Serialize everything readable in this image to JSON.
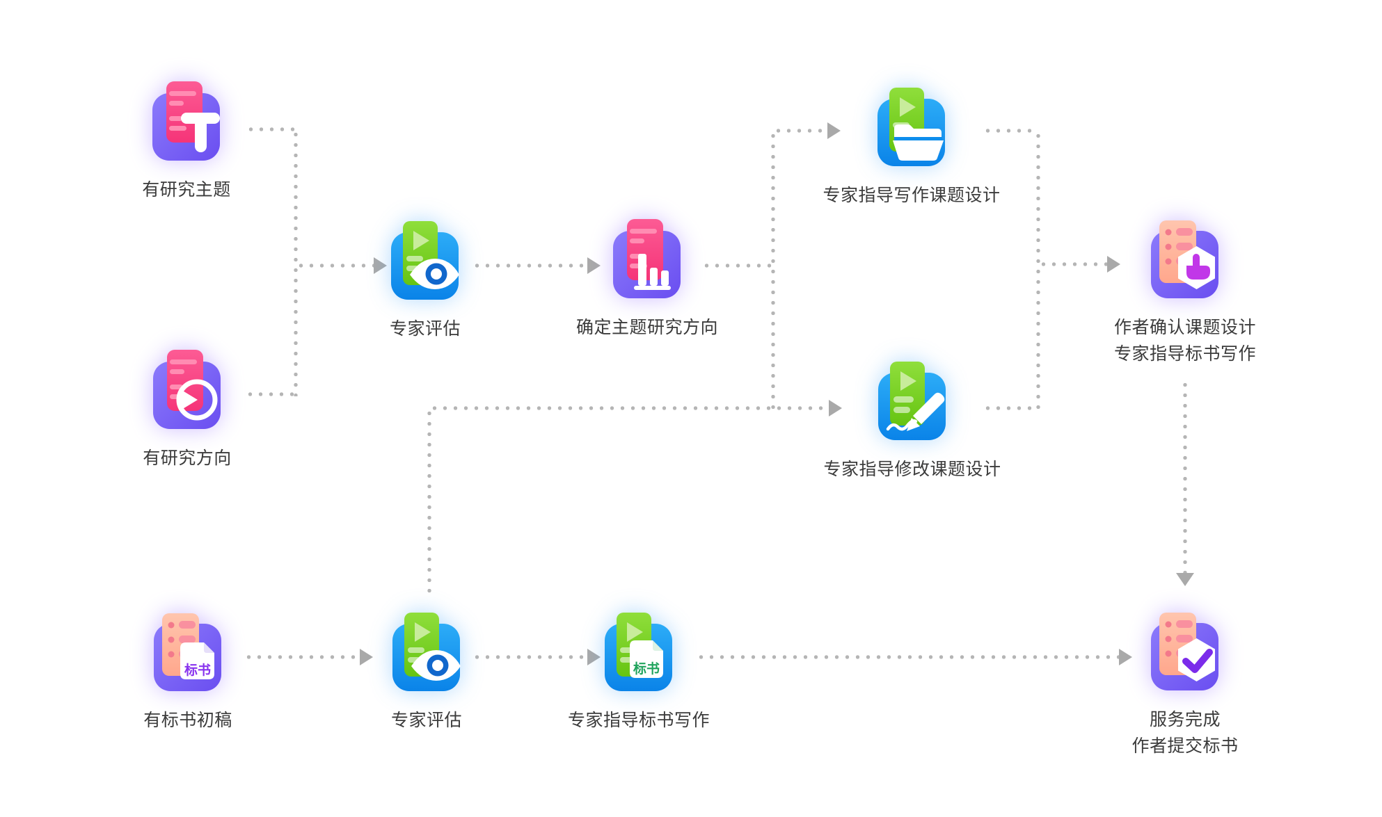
{
  "colors": {
    "background": "#ffffff",
    "label_text": "#3b3b3b",
    "connector_dot": "#b5b5b5",
    "arrow_head": "#a9a9a9",
    "purple_tile": "#7561F2",
    "blue_tile": "#18A2F4",
    "pink_card": "#FA4186",
    "green_card": "#7FD42B",
    "peach_card": "#FFB39C",
    "eye_iris_blue": "#1167CC",
    "hand_magenta": "#C137E8",
    "check_purple": "#7B2BEA",
    "doc_text_purple": "#8833EE",
    "doc_text_green": "#1FA35C"
  },
  "flowchart": {
    "nodes": [
      {
        "id": "has-research-topic",
        "lines": [
          "有研究主题"
        ],
        "icon": "document-topic-icon"
      },
      {
        "id": "has-research-direction",
        "lines": [
          "有研究方向"
        ],
        "icon": "document-direction-icon"
      },
      {
        "id": "expert-review-top",
        "lines": [
          "专家评估"
        ],
        "icon": "review-eye-icon"
      },
      {
        "id": "confirm-topic-direction",
        "lines": [
          "确定主题研究方向"
        ],
        "icon": "chart-document-icon"
      },
      {
        "id": "expert-guided-topic-design",
        "lines": [
          "专家指导写作课题设计"
        ],
        "icon": "folder-media-icon"
      },
      {
        "id": "expert-guided-topic-revision",
        "lines": [
          "专家指导修改课题设计"
        ],
        "icon": "edit-media-icon"
      },
      {
        "id": "author-confirm-design",
        "lines": [
          "作者确认课题设计",
          "专家指导标书写作"
        ],
        "icon": "tap-checklist-icon"
      },
      {
        "id": "has-proposal-draft",
        "lines": [
          "有标书初稿"
        ],
        "icon_text": "标书",
        "icon": "proposal-draft-icon"
      },
      {
        "id": "expert-review-bottom",
        "lines": [
          "专家评估"
        ],
        "icon": "review-eye-icon"
      },
      {
        "id": "expert-guided-proposal-writing",
        "lines": [
          "专家指导标书写作"
        ],
        "icon_text": "标书",
        "icon": "proposal-media-icon"
      },
      {
        "id": "service-complete",
        "lines": [
          "服务完成",
          "作者提交标书"
        ],
        "icon": "check-checklist-icon"
      }
    ],
    "edges": [
      {
        "from": "has-research-topic",
        "to": "expert-review-top",
        "style": "dotted-arrow"
      },
      {
        "from": "has-research-direction",
        "to": "expert-review-top",
        "style": "dotted-arrow"
      },
      {
        "from": "expert-review-top",
        "to": "confirm-topic-direction",
        "style": "dotted-arrow"
      },
      {
        "from": "confirm-topic-direction",
        "to": "expert-guided-topic-design",
        "style": "dotted-arrow"
      },
      {
        "from": "confirm-topic-direction",
        "to": "expert-guided-topic-revision",
        "style": "dotted-arrow"
      },
      {
        "from": "expert-review-bottom",
        "to": "expert-guided-topic-revision",
        "style": "dotted-arrow"
      },
      {
        "from": "expert-guided-topic-design",
        "to": "author-confirm-design",
        "style": "dotted-arrow"
      },
      {
        "from": "expert-guided-topic-revision",
        "to": "author-confirm-design",
        "style": "dotted-arrow"
      },
      {
        "from": "author-confirm-design",
        "to": "service-complete",
        "style": "dotted-arrow"
      },
      {
        "from": "has-proposal-draft",
        "to": "expert-review-bottom",
        "style": "dotted-arrow"
      },
      {
        "from": "expert-review-bottom",
        "to": "expert-guided-proposal-writing",
        "style": "dotted-arrow"
      },
      {
        "from": "expert-guided-proposal-writing",
        "to": "service-complete",
        "style": "dotted-arrow"
      }
    ]
  }
}
